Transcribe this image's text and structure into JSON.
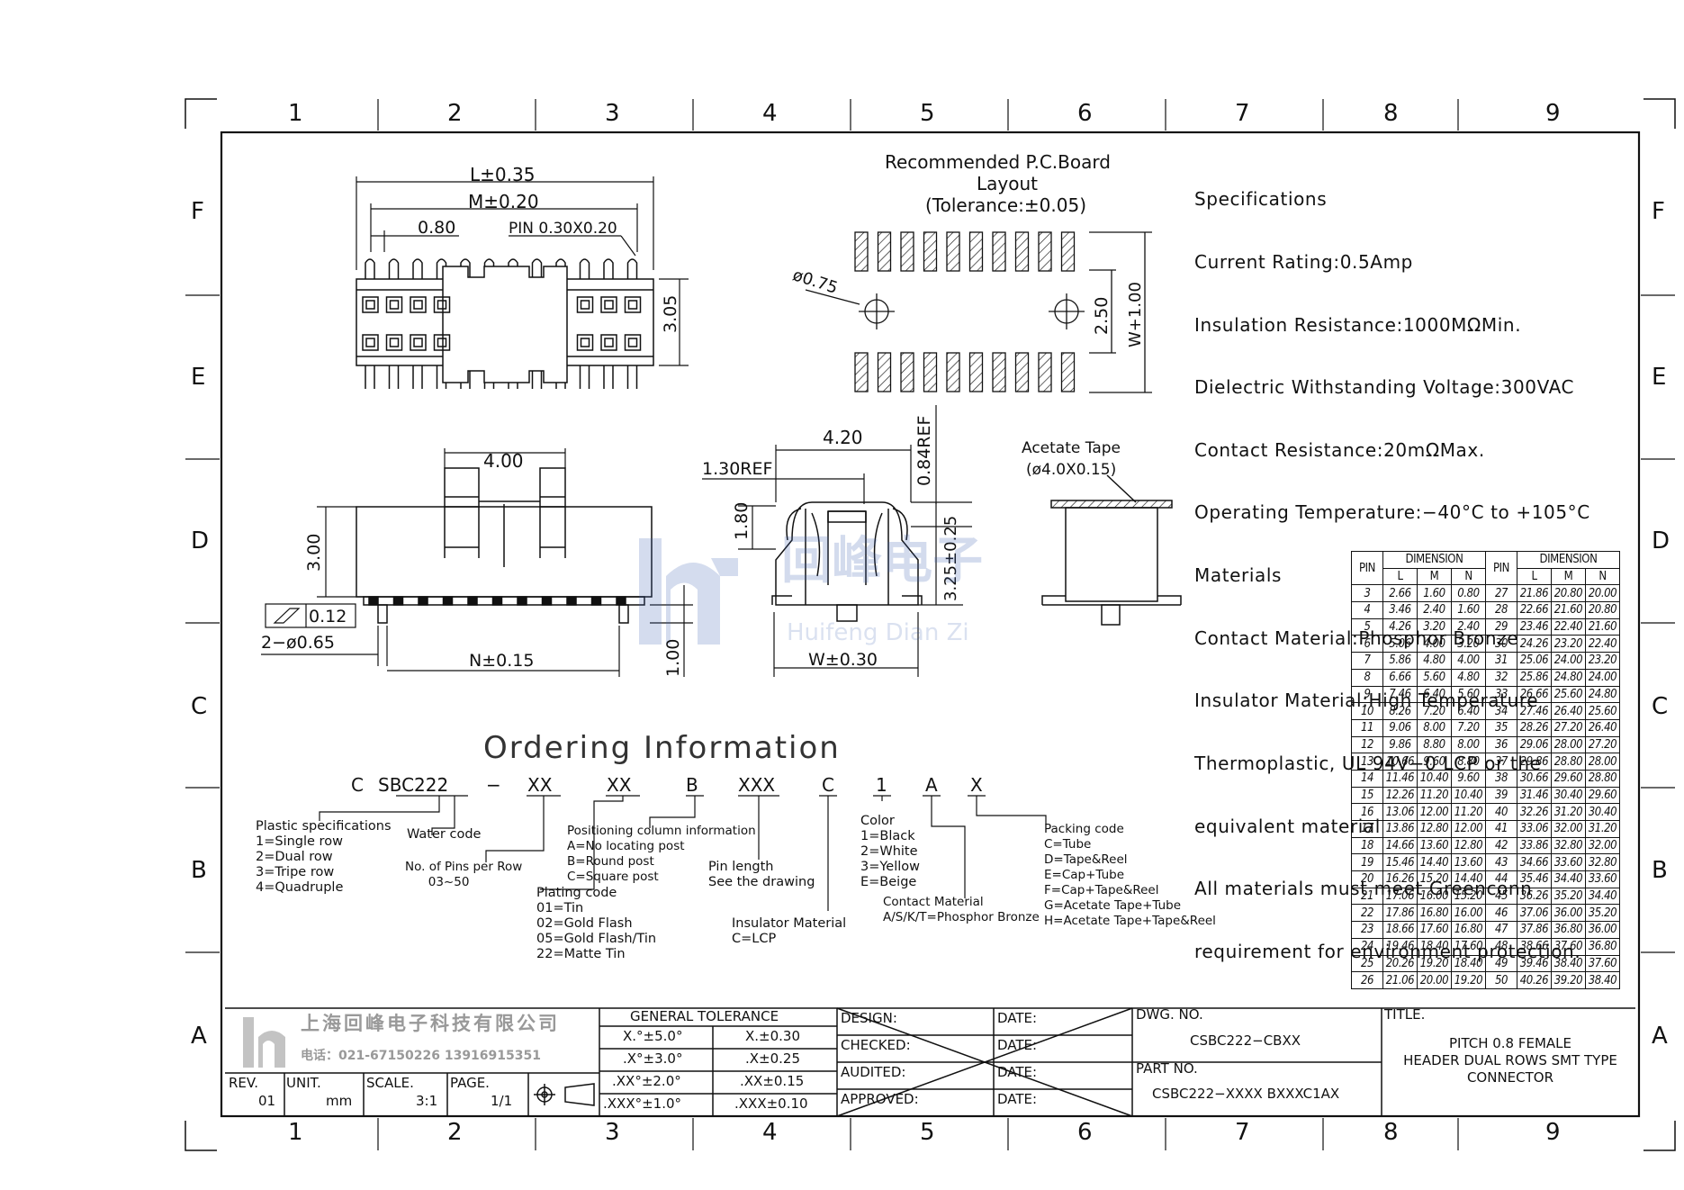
{
  "border": {
    "columns": [
      "1",
      "2",
      "3",
      "4",
      "5",
      "6",
      "7",
      "8",
      "9"
    ],
    "rows": [
      "F",
      "E",
      "D",
      "C",
      "B",
      "A"
    ]
  },
  "top_view": {
    "dim_L": "L±0.35",
    "dim_M": "M±0.20",
    "dim_pitch": "0.80",
    "dim_pin": "PIN 0.30X0.20",
    "dim_height": "3.05"
  },
  "pcb_layout": {
    "title1": "Recommended P.C.Board",
    "title2": "Layout",
    "title3": "(Tolerance:±0.05)",
    "hole": "ø0.75",
    "row_gap": "2.50",
    "width": "W+1.00"
  },
  "specifications": {
    "lines": [
      "Specifications",
      "Current Rating:0.5Amp",
      "Insulation Resistance:1000MΩMin.",
      "Dielectric Withstanding Voltage:300VAC",
      "Contact Resistance:20mΩMax.",
      "Operating Temperature:−40°C to +105°C",
      "Materials",
      "Contact Material:Phosphor Bronze",
      "Insulator Material:High Temperature",
      "Thermoplastic, UL 94V−0 LCP or the",
      "equivalent material",
      "All materials must meet Greenconn",
      "requirement for environment protection."
    ]
  },
  "front_view": {
    "dim_post": "4.00",
    "dim_height": "3.00",
    "flatness": "0.12",
    "holes": "2−ø0.65",
    "dim_N": "N±0.15",
    "dim_post_len": "1.00"
  },
  "side_view": {
    "dim_top": "4.20",
    "dim_ref": "1.30REF",
    "dim_ref2": "0.84REF",
    "dim_180": "1.80",
    "dim_325": "3.25±0.25",
    "dim_W": "W±0.30"
  },
  "acetate": {
    "label1": "Acetate Tape",
    "label2": "(ø4.0X0.15)"
  },
  "watermark": {
    "cn": "回峰电子",
    "en": "Huifeng Dian Zi"
  },
  "ordering": {
    "title": "Ordering Information",
    "code": [
      "C",
      "SBC222",
      "−",
      "XX",
      "XX",
      "B",
      "XXX",
      "C",
      "1",
      "A",
      "X"
    ],
    "plastic": "Plastic specifications\n1=Single row\n2=Dual row\n3=Tripe row\n4=Quadruple",
    "water": "Water code",
    "pins": "No. of Pins per Row\n      03~50",
    "plating": "Plating code\n01=Tin\n02=Gold Flash\n05=Gold Flash/Tin\n22=Matte Tin",
    "positioning": "Positioning column information\nA=No locating post\nB=Round post\nC=Square post",
    "pinlen": "Pin length\nSee the drawing",
    "insulator": "Insulator Material\nC=LCP",
    "color": "Color\n1=Black\n2=White\n3=Yellow\nE=Beige",
    "contact": "Contact Material\nA/S/K/T=Phosphor Bronze",
    "packing": "Packing code\nC=Tube\nD=Tape&Reel\nE=Cap+Tube\nF=Cap+Tape&Reel\nG=Acetate Tape+Tube\nH=Acetate Tape+Tape&Reel"
  },
  "dimension_table": {
    "header": {
      "pin": "PIN",
      "dimension": "DIMENSION",
      "L": "L",
      "M": "M",
      "N": "N"
    },
    "left": [
      [
        "3",
        "2.66",
        "1.60",
        "0.80"
      ],
      [
        "4",
        "3.46",
        "2.40",
        "1.60"
      ],
      [
        "5",
        "4.26",
        "3.20",
        "2.40"
      ],
      [
        "6",
        "5.06",
        "4.00",
        "3.20"
      ],
      [
        "7",
        "5.86",
        "4.80",
        "4.00"
      ],
      [
        "8",
        "6.66",
        "5.60",
        "4.80"
      ],
      [
        "9",
        "7.46",
        "6.40",
        "5.60"
      ],
      [
        "10",
        "8.26",
        "7.20",
        "6.40"
      ],
      [
        "11",
        "9.06",
        "8.00",
        "7.20"
      ],
      [
        "12",
        "9.86",
        "8.80",
        "8.00"
      ],
      [
        "13",
        "10.66",
        "9.60",
        "8.80"
      ],
      [
        "14",
        "11.46",
        "10.40",
        "9.60"
      ],
      [
        "15",
        "12.26",
        "11.20",
        "10.40"
      ],
      [
        "16",
        "13.06",
        "12.00",
        "11.20"
      ],
      [
        "17",
        "13.86",
        "12.80",
        "12.00"
      ],
      [
        "18",
        "14.66",
        "13.60",
        "12.80"
      ],
      [
        "19",
        "15.46",
        "14.40",
        "13.60"
      ],
      [
        "20",
        "16.26",
        "15.20",
        "14.40"
      ],
      [
        "21",
        "17.06",
        "16.00",
        "15.20"
      ],
      [
        "22",
        "17.86",
        "16.80",
        "16.00"
      ],
      [
        "23",
        "18.66",
        "17.60",
        "16.80"
      ],
      [
        "24",
        "19.46",
        "18.40",
        "17.60"
      ],
      [
        "25",
        "20.26",
        "19.20",
        "18.40"
      ],
      [
        "26",
        "21.06",
        "20.00",
        "19.20"
      ]
    ],
    "right": [
      [
        "27",
        "21.86",
        "20.80",
        "20.00"
      ],
      [
        "28",
        "22.66",
        "21.60",
        "20.80"
      ],
      [
        "29",
        "23.46",
        "22.40",
        "21.60"
      ],
      [
        "30",
        "24.26",
        "23.20",
        "22.40"
      ],
      [
        "31",
        "25.06",
        "24.00",
        "23.20"
      ],
      [
        "32",
        "25.86",
        "24.80",
        "24.00"
      ],
      [
        "33",
        "26.66",
        "25.60",
        "24.80"
      ],
      [
        "34",
        "27.46",
        "26.40",
        "25.60"
      ],
      [
        "35",
        "28.26",
        "27.20",
        "26.40"
      ],
      [
        "36",
        "29.06",
        "28.00",
        "27.20"
      ],
      [
        "37",
        "29.86",
        "28.80",
        "28.00"
      ],
      [
        "38",
        "30.66",
        "29.60",
        "28.80"
      ],
      [
        "39",
        "31.46",
        "30.40",
        "29.60"
      ],
      [
        "40",
        "32.26",
        "31.20",
        "30.40"
      ],
      [
        "41",
        "33.06",
        "32.00",
        "31.20"
      ],
      [
        "42",
        "33.86",
        "32.80",
        "32.00"
      ],
      [
        "43",
        "34.66",
        "33.60",
        "32.80"
      ],
      [
        "44",
        "35.46",
        "34.40",
        "33.60"
      ],
      [
        "45",
        "36.26",
        "35.20",
        "34.40"
      ],
      [
        "46",
        "37.06",
        "36.00",
        "35.20"
      ],
      [
        "47",
        "37.86",
        "36.80",
        "36.00"
      ],
      [
        "48",
        "38.66",
        "37.60",
        "36.80"
      ],
      [
        "49",
        "39.46",
        "38.40",
        "37.60"
      ],
      [
        "50",
        "40.26",
        "39.20",
        "38.40"
      ]
    ]
  },
  "title_block": {
    "company": "上海回峰电子科技有限公司",
    "phone": "电话：021-67150226  13916915351",
    "rev_label": "REV.",
    "rev": "01",
    "unit_label": "UNIT.",
    "unit": "mm",
    "scale_label": "SCALE.",
    "scale": "3:1",
    "page_label": "PAGE.",
    "page": "1/1",
    "tol_title": "GENERAL TOLERANCE",
    "tol": [
      [
        "X.°±5.0°",
        "X.±0.30"
      ],
      [
        ".X°±3.0°",
        ".X±0.25"
      ],
      [
        ".XX°±2.0°",
        ".XX±0.15"
      ],
      [
        ".XXX°±1.0°",
        ".XXX±0.10"
      ]
    ],
    "sign": [
      "DESIGN:",
      "CHECKED:",
      "AUDITED:",
      "APPROVED:"
    ],
    "date": "DATE:",
    "dwg_label": "DWG. NO.",
    "dwg": "CSBC222−CBXX",
    "part_label": "PART NO.",
    "part": "CSBC222−XXXX BXXXC1AX",
    "title_label": "TITLE.",
    "title": [
      "PITCH 0.8 FEMALE",
      "HEADER DUAL ROWS SMT TYPE",
      "CONNECTOR"
    ]
  }
}
